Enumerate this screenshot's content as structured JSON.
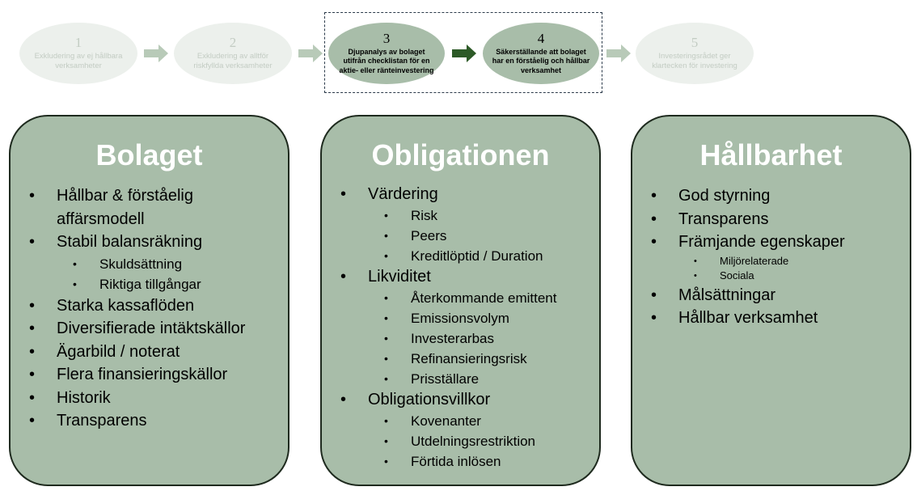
{
  "steps": [
    {
      "num": "1",
      "text": "Exkludering av ej hållbara verksamheter"
    },
    {
      "num": "2",
      "text": "Exkludering av alltför riskfyllda verksamheter"
    },
    {
      "num": "3",
      "text": "Djupanalys av bolaget utifrån checklistan för en aktie- eller ränteinvestering"
    },
    {
      "num": "4",
      "text": "Säkerställande att bolaget har en förståelig och hållbar verksamhet"
    },
    {
      "num": "5",
      "text": "Investeringsrådet ger klartecken för investering"
    }
  ],
  "colors": {
    "card_fill": "#a8bda9",
    "card_border": "#1e2a1e",
    "faded_step": "#ecf0ec",
    "faded_text": "#c3ccc3",
    "active_arrow": "#2d5a27",
    "faded_arrow": "#b8cab8"
  },
  "cards": {
    "bolaget": {
      "title": "Bolaget",
      "items": [
        {
          "label": "Hållbar & förståelig affärsmodell",
          "level": 1
        },
        {
          "label": "Stabil balansräkning",
          "level": 1
        },
        {
          "label": "Skuldsättning",
          "level": 2
        },
        {
          "label": "Riktiga tillgångar",
          "level": 2
        },
        {
          "label": "Starka kassaflöden",
          "level": 1
        },
        {
          "label": "Diversifierade intäktskällor",
          "level": 1
        },
        {
          "label": "Ägarbild / noterat",
          "level": 1
        },
        {
          "label": "Flera finansieringskällor",
          "level": 1
        },
        {
          "label": "Historik",
          "level": 1
        },
        {
          "label": "Transparens",
          "level": 1
        }
      ]
    },
    "obligationen": {
      "title": "Obligationen",
      "items": [
        {
          "label": "Värdering",
          "level": 1
        },
        {
          "label": "Risk",
          "level": 2
        },
        {
          "label": "Peers",
          "level": 2
        },
        {
          "label": "Kreditlöptid / Duration",
          "level": 2
        },
        {
          "label": "Likviditet",
          "level": 1
        },
        {
          "label": "Återkommande emittent",
          "level": 2
        },
        {
          "label": "Emissionsvolym",
          "level": 2
        },
        {
          "label": "Investerarbas",
          "level": 2
        },
        {
          "label": "Refinansieringsrisk",
          "level": 2
        },
        {
          "label": "Prisställare",
          "level": 2
        },
        {
          "label": "Obligationsvillkor",
          "level": 1
        },
        {
          "label": "Kovenanter",
          "level": 2
        },
        {
          "label": "Utdelningsrestriktion",
          "level": 2
        },
        {
          "label": "Förtida inlösen",
          "level": 2
        }
      ]
    },
    "hallbarhet": {
      "title": "Hållbarhet",
      "items": [
        {
          "label": "God styrning",
          "level": 1
        },
        {
          "label": "Transparens",
          "level": 1
        },
        {
          "label": "Främjande egenskaper",
          "level": 1
        },
        {
          "label": "Miljörelaterade",
          "level": 3
        },
        {
          "label": "Sociala",
          "level": 3
        },
        {
          "label": "Målsättningar",
          "level": 1
        },
        {
          "label": "Hållbar verksamhet",
          "level": 1
        }
      ]
    }
  }
}
